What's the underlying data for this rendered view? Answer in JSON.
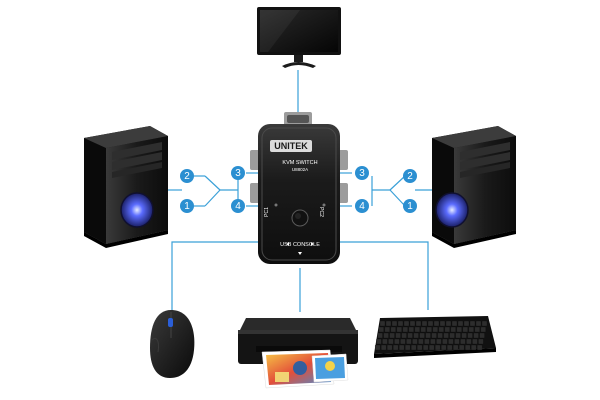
{
  "kvm": {
    "brand": "UNITEK",
    "model_line1": "KVM  SWITCH",
    "model_line2": "U8802A",
    "pc1_label": "PC1",
    "pc2_label": "PC2",
    "console_label": "USB CONSOLE"
  },
  "port_numbers": {
    "left": [
      "2",
      "1",
      "3",
      "4"
    ],
    "right": [
      "3",
      "4",
      "2",
      "1"
    ]
  },
  "colors": {
    "connector_line": "#3aa0d8",
    "badge_fill": "#2b8fd1",
    "device_dark": "#1b1b1b"
  },
  "devices": {
    "monitor": "monitor-icon",
    "left_pc": "pc-tower-icon",
    "right_pc": "pc-tower-icon",
    "mouse": "mouse-icon",
    "printer": "printer-icon",
    "keyboard": "keyboard-icon"
  }
}
